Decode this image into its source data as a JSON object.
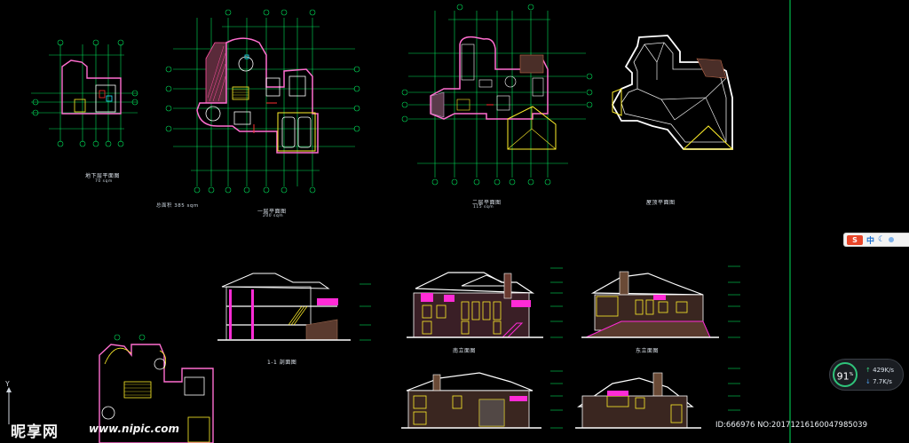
{
  "app": {
    "background": "#000000"
  },
  "drawings": {
    "basement_plan": {
      "title": "地下层平面图",
      "area": "70 sqm"
    },
    "first_floor_plan": {
      "title": "一层平面图",
      "area": "200 sqm"
    },
    "total_area": "总面积 385 sqm",
    "second_floor_plan": {
      "title": "二层平面图",
      "area": "115 sqm"
    },
    "roof_plan": {
      "title": "屋顶平面图"
    },
    "section": {
      "title": "1-1 剖面图"
    },
    "south_elevation": {
      "title": "南立面图"
    },
    "east_elevation": {
      "title": "东立面图"
    }
  },
  "ime_toolbar": {
    "logo": "S",
    "mode": "中",
    "icons": [
      "moon-icon",
      "dot-icon"
    ]
  },
  "network_widget": {
    "percent": "91",
    "percent_unit": "%",
    "upload": "429",
    "download": "7.7",
    "unit": "K/s",
    "up_arrow": "↑",
    "down_arrow": "↓"
  },
  "ucs_icon": {
    "axis_label": "Y"
  },
  "watermark": {
    "logo": "昵享网",
    "url": "www.nipic.com",
    "id_text": "ID:666976 NO:20171216160047985039"
  },
  "colors": {
    "grid": "#00e05a",
    "wall": "#ffffff",
    "yellow": "#ffef2a",
    "pink": "#ff6ecf",
    "magenta": "#ff2bd6",
    "cyan": "#22e5ff",
    "red": "#ff3030",
    "hatch": "#ff4fa0",
    "brick": "#8a5a45",
    "roof": "#e7e7e7"
  }
}
